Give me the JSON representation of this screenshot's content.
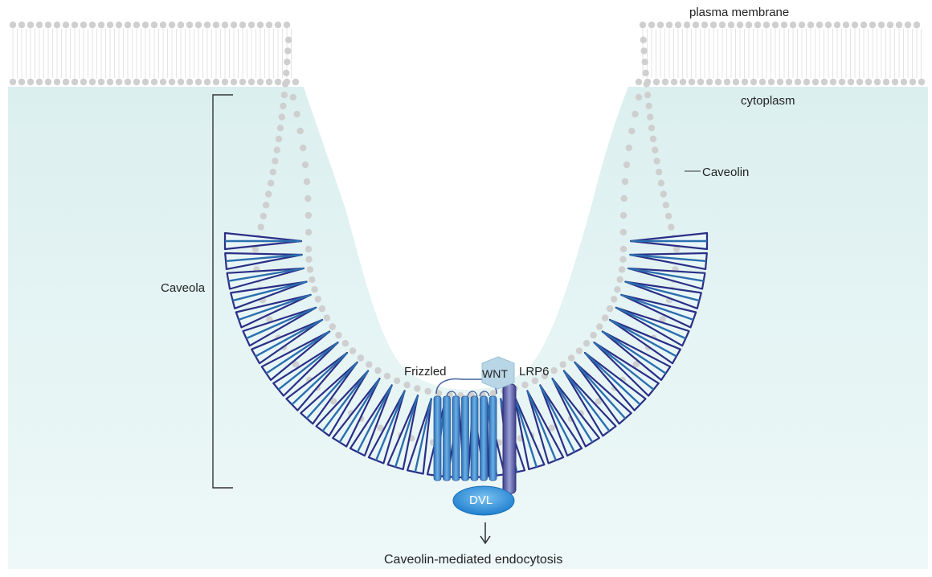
{
  "labels": {
    "plasma_membrane": "plasma membrane",
    "cytoplasm": "cytoplasm",
    "caveolin": "Caveolin",
    "caveola": "Caveola",
    "frizzled": "Frizzled",
    "wnt": "WNT",
    "lrp6": "LRP6",
    "dvl": "DVL",
    "endocytosis": "Caveolin-mediated endocytosis"
  },
  "colors": {
    "cytoplasm": "#e3f3f2",
    "lipid_head": "#cfcfcf",
    "lipid_tail": "#e4e4e4",
    "caveolin_outline": "#2a2f86",
    "caveolin_fill": "#e9f6f8",
    "caveolin_spike": "#2b6fae",
    "frizzled": "#3e87c8",
    "lrp6": "#5a5fa6",
    "wnt": "#b9d6e6",
    "dvl": "#2f8fd6"
  }
}
